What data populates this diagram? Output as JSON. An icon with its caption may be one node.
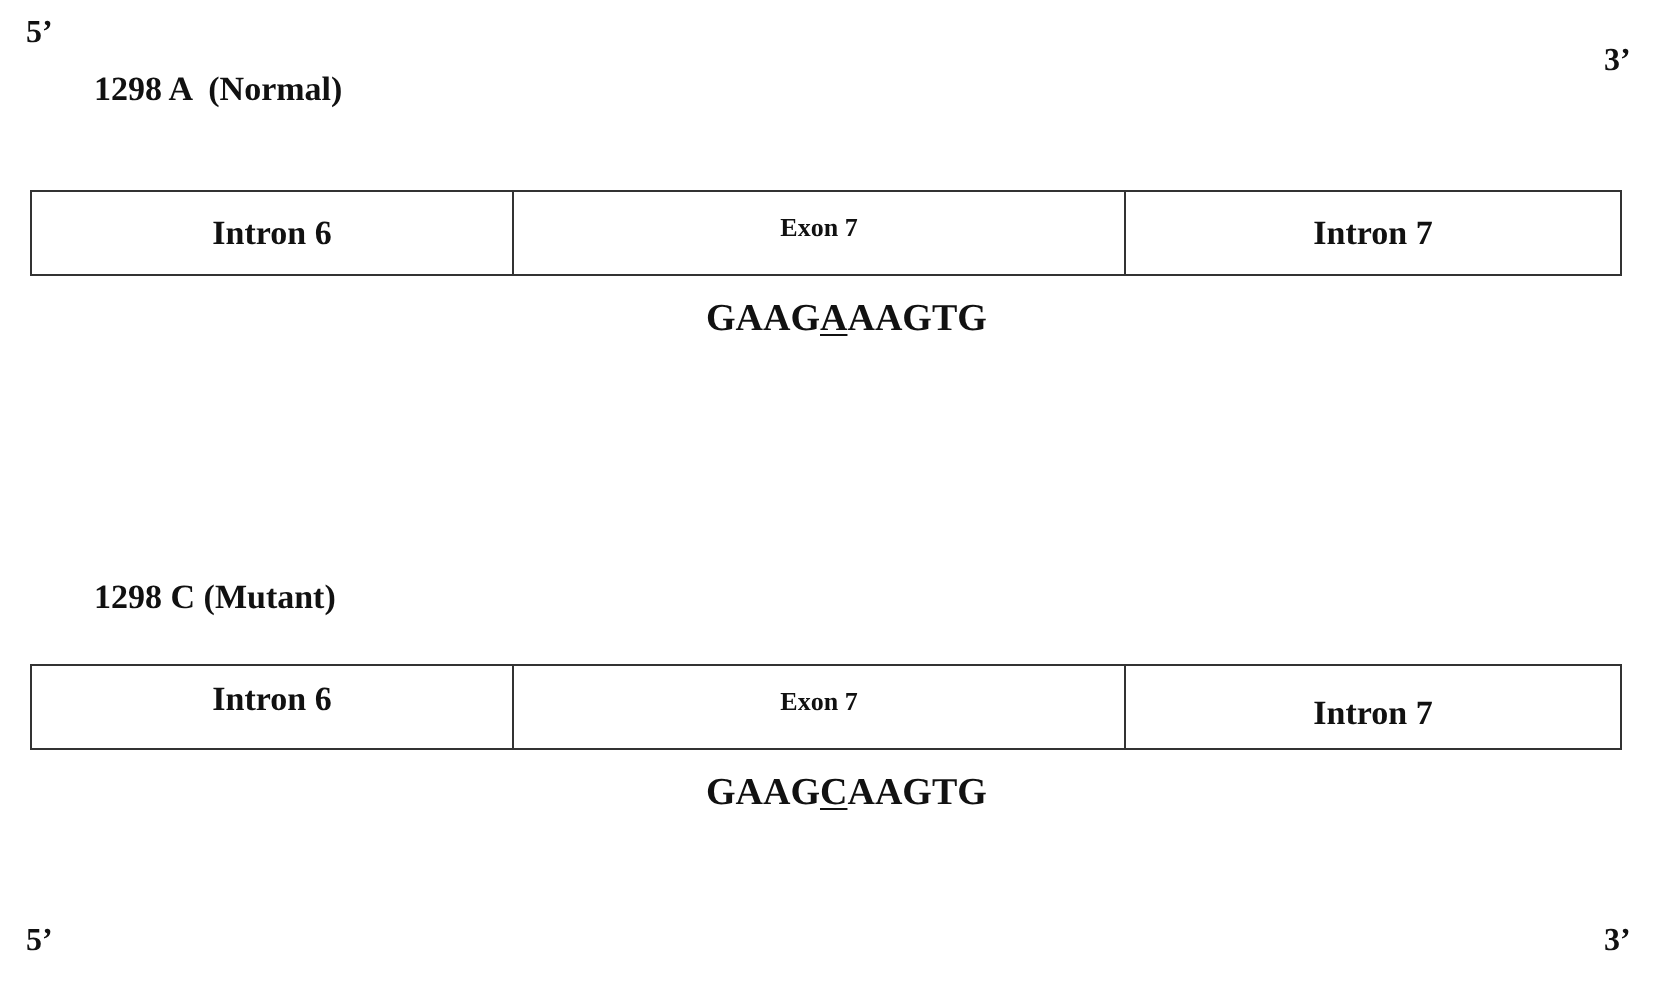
{
  "diagram": {
    "nodes": [
      {
        "text": [
          "Intron 6"
        ]
      },
      {
        "text": [
          "Exon 7"
        ]
      },
      {
        "text": [
          "Intron 7"
        ]
      },
      {
        "text": [
          "Intron 6"
        ]
      },
      {
        "text": [
          "Exon 7"
        ]
      },
      {
        "text": [
          "Intron 7"
        ]
      }
    ],
    "labels": [
      "5’",
      "3’",
      "1298 A  (Normal)",
      "GAAGAAAGTG",
      "1298 C (Mutant)",
      "GAAGCAAGTG",
      "5’",
      "3’"
    ]
  }
}
